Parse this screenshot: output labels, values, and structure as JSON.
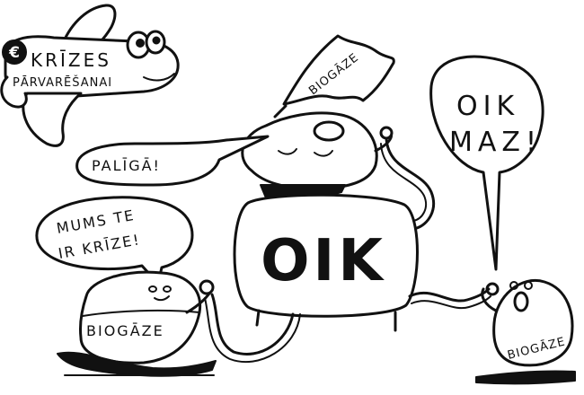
{
  "airplane": {
    "euro_symbol": "€",
    "banner_line1": "KRĪZES",
    "banner_line2": "PĀRVARĒŠANAI"
  },
  "flag": {
    "label": "BIOGĀZE"
  },
  "speech": {
    "left_top": "PALĪGĀ!",
    "left_bottom_line1": "MUMS TE",
    "left_bottom_line2": "IR KRĪZE!",
    "right_line1": "OIK",
    "right_line2": "MAZ!"
  },
  "tank": {
    "label": "OIK"
  },
  "blobs": {
    "left_label": "BIOGĀZE",
    "right_label": "BIOGĀZE"
  }
}
